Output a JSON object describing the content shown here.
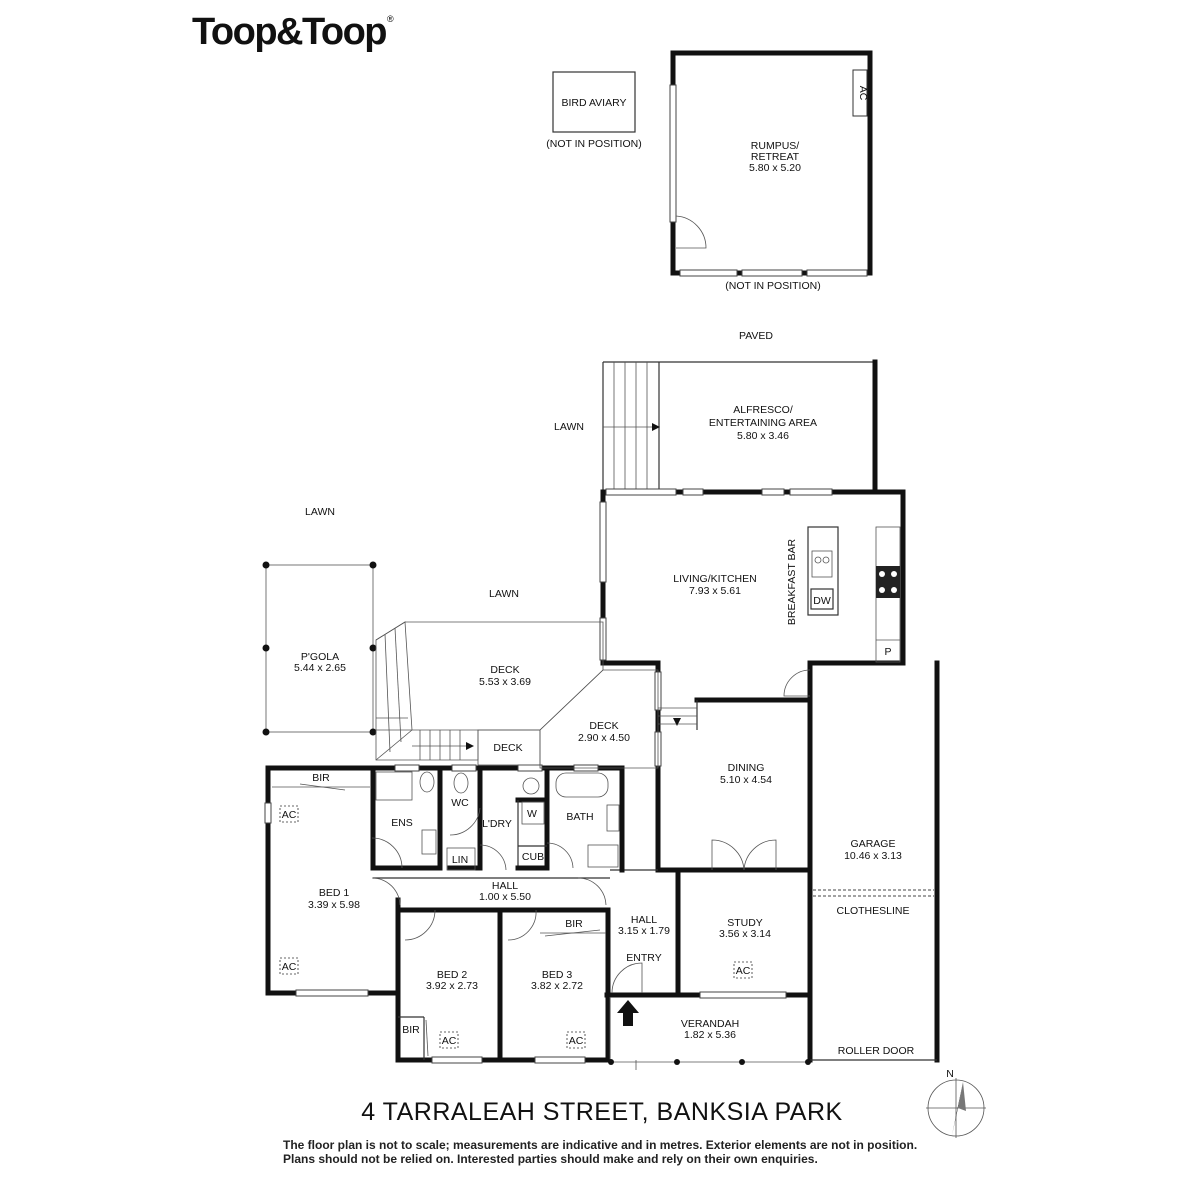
{
  "brand": {
    "name": "Toop&Toop",
    "mark": "®"
  },
  "outdoor": {
    "bird_aviary": "BIRD AVIARY",
    "bird_aviary_note": "(NOT IN POSITION)",
    "rumpus_note": "(NOT IN POSITION)",
    "paved": "PAVED",
    "lawn_upper": "LAWN",
    "lawn_left": "LAWN",
    "lawn_deck": "LAWN"
  },
  "rooms": {
    "rumpus": {
      "name": "RUMPUS/",
      "name2": "RETREAT",
      "dims": "5.80 x 5.20"
    },
    "alfresco": {
      "name": "ALFRESCO/",
      "name2": "ENTERTAINING AREA",
      "dims": "5.80 x 3.46"
    },
    "living": {
      "name": "LIVING/KITCHEN",
      "dims": "7.93 x 5.61"
    },
    "pergola": {
      "name": "P'GOLA",
      "dims": "5.44 x 2.65"
    },
    "deck1": {
      "name": "DECK",
      "dims": "5.53 x 3.69"
    },
    "deck2": {
      "name": "DECK",
      "dims": "2.90 x 4.50"
    },
    "deck3": {
      "name": "DECK"
    },
    "dining": {
      "name": "DINING",
      "dims": "5.10 x 4.54"
    },
    "garage": {
      "name": "GARAGE",
      "dims": "10.46 x 3.13"
    },
    "bed1": {
      "name": "BED 1",
      "dims": "3.39 x 5.98"
    },
    "bed2": {
      "name": "BED 2",
      "dims": "3.92 x 2.73"
    },
    "bed3": {
      "name": "BED 3",
      "dims": "3.82 x 2.72"
    },
    "hall1": {
      "name": "HALL",
      "dims": "1.00 x 5.50"
    },
    "hall2": {
      "name": "HALL",
      "dims": "3.15 x 1.79"
    },
    "study": {
      "name": "STUDY",
      "dims": "3.56 x 3.14"
    },
    "verandah": {
      "name": "VERANDAH",
      "dims": "1.82 x 5.36"
    },
    "ens": "ENS",
    "wc": "WC",
    "ldry": "L'DRY",
    "bath": "BATH",
    "lin": "LIN",
    "cub": "CUB",
    "w": "W",
    "entry": "ENTRY",
    "bir_bed1": "BIR",
    "bir_bed2": "BIR",
    "bir_bed3": "BIR"
  },
  "fixtures": {
    "ac": "AC",
    "dw": "DW",
    "pantry": "P",
    "breakfast_bar": "BREAKFAST BAR",
    "clothesline": "CLOTHESLINE",
    "roller_door": "ROLLER DOOR",
    "north": "N"
  },
  "title": "4 TARRALEAH STREET, BANKSIA PARK",
  "disclaimer": {
    "line1": "The floor plan is not to scale; measurements are indicative and in metres. Exterior elements are not in position.",
    "line2": "Plans should not be relied on. Interested parties should make and rely on their own enquiries."
  },
  "colors": {
    "wall": "#111111",
    "background": "#ffffff"
  }
}
